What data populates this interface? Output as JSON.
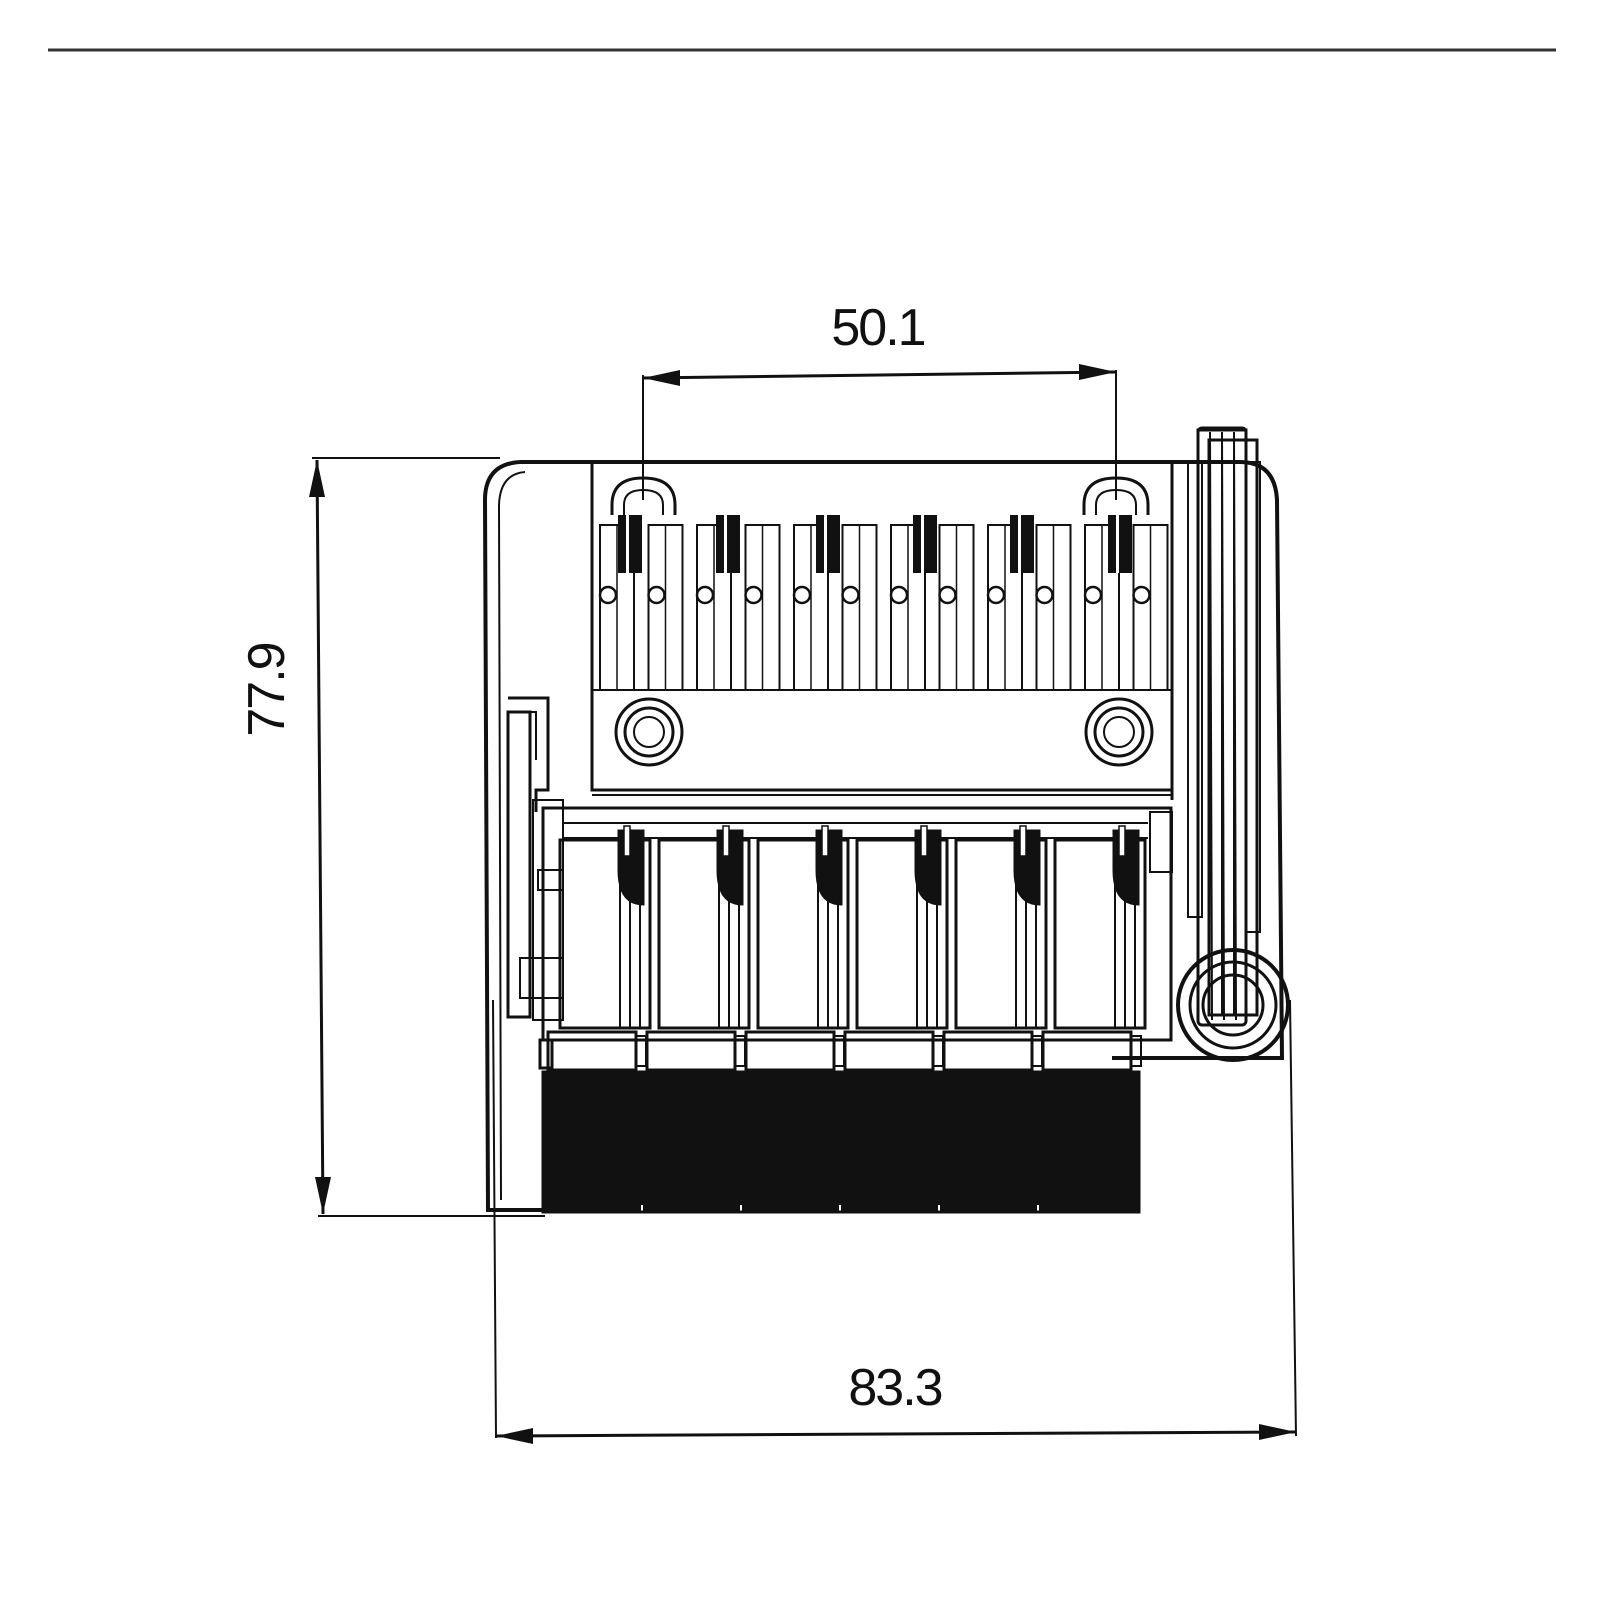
{
  "drawing": {
    "dimensions": {
      "screw_spacing": "50.1",
      "overall_length": "77.9",
      "overall_width": "83.3"
    },
    "saddle_count": 6,
    "colors": {
      "ink": "#111111",
      "paper": "#ffffff"
    }
  }
}
